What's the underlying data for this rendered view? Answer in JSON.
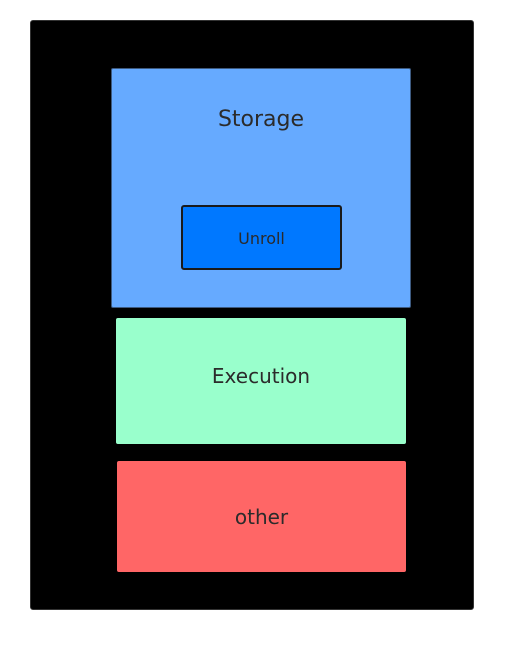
{
  "diagram": {
    "storage": {
      "label": "Storage",
      "color": "#66aaff"
    },
    "unroll": {
      "label": "Unroll",
      "color": "#0078ff"
    },
    "execution": {
      "label": "Execution",
      "color": "#99ffcc"
    },
    "other": {
      "label": "other",
      "color": "#ff6666"
    },
    "background_color": "#000000"
  }
}
